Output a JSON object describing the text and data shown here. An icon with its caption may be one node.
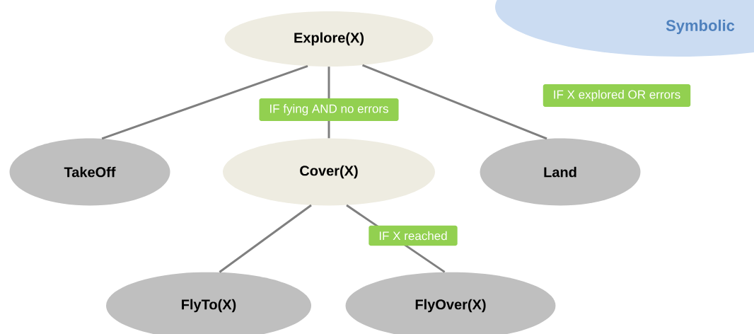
{
  "diagram": {
    "nodes": [
      {
        "text": [
          "Symbolic"
        ]
      },
      {
        "text": [
          "Explore(X)"
        ]
      },
      {
        "text": [
          "TakeOff"
        ]
      },
      {
        "text": [
          "Cover(X)"
        ]
      },
      {
        "text": [
          "Land"
        ]
      },
      {
        "text": [
          "FlyTo(X)"
        ]
      },
      {
        "text": [
          "FlyOver(X)"
        ]
      }
    ],
    "edges": [
      {
        "from": 1,
        "to": 2,
        "arrow": "none"
      },
      {
        "from": 1,
        "to": 3,
        "arrow": "none",
        "label": "IF fying AND no errors"
      },
      {
        "from": 1,
        "to": 4,
        "arrow": "none",
        "label": "IF X explored OR errors"
      },
      {
        "from": 3,
        "to": 5,
        "arrow": "none"
      },
      {
        "from": 3,
        "to": 6,
        "arrow": "none",
        "label": "IF X reached"
      }
    ]
  }
}
